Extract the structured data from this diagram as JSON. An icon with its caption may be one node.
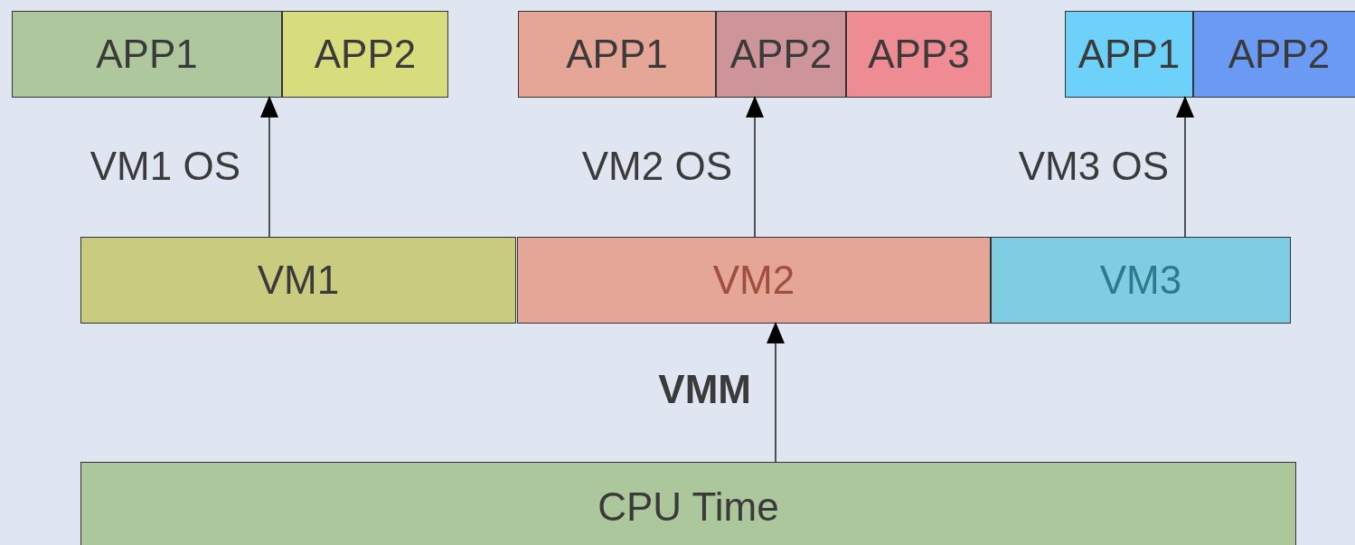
{
  "diagram": {
    "nodes": [
      {
        "text": [
          "APP1"
        ]
      },
      {
        "text": [
          "APP2"
        ]
      },
      {
        "text": [
          "APP1"
        ]
      },
      {
        "text": [
          "APP2"
        ]
      },
      {
        "text": [
          "APP3"
        ]
      },
      {
        "text": [
          "APP1"
        ]
      },
      {
        "text": [
          "APP2"
        ]
      },
      {
        "text": [
          "VM1"
        ]
      },
      {
        "text": [
          "VM2"
        ]
      },
      {
        "text": [
          "VM3"
        ]
      },
      {
        "text": [
          "CPU Time"
        ]
      }
    ],
    "edges": [
      {
        "from": 7,
        "to": 0,
        "arrow": "to",
        "label": "VM1 OS"
      },
      {
        "from": 8,
        "to": 3,
        "arrow": "to",
        "label": "VM2 OS"
      },
      {
        "from": 9,
        "to": 5,
        "arrow": "to",
        "label": "VM3 OS"
      },
      {
        "from": 10,
        "to": 8,
        "arrow": "to",
        "label": "VMM"
      }
    ]
  }
}
